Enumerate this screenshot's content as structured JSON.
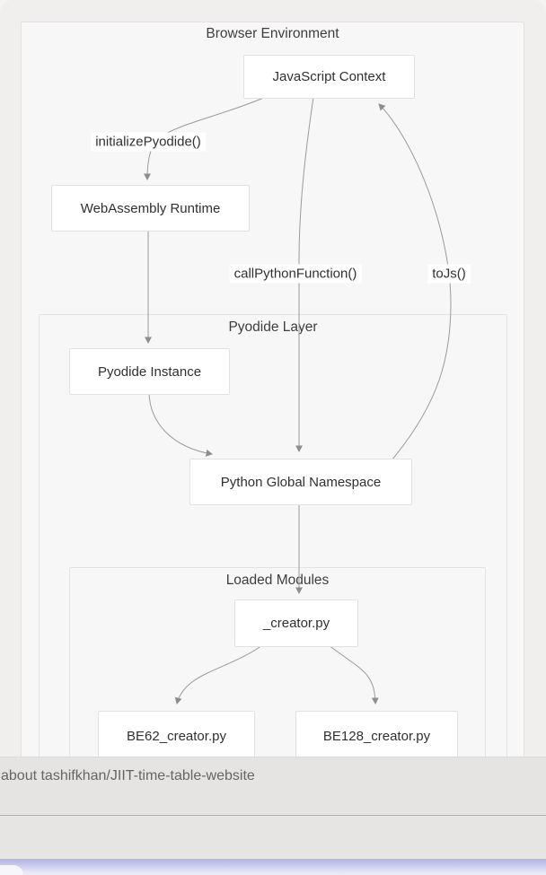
{
  "diagram": {
    "subgraphs": [
      {
        "id": "browser-environment",
        "title": "Browser Environment"
      },
      {
        "id": "pyodide-layer",
        "title": "Pyodide Layer"
      },
      {
        "id": "loaded-modules",
        "title": "Loaded Modules"
      }
    ],
    "nodes": [
      {
        "id": "js-context",
        "label": "JavaScript Context"
      },
      {
        "id": "wasm-runtime",
        "label": "WebAssembly Runtime"
      },
      {
        "id": "pyodide-instance",
        "label": "Pyodide Instance"
      },
      {
        "id": "python-global-namespace",
        "label": "Python Global Namespace"
      },
      {
        "id": "creator-py",
        "label": "_creator.py"
      },
      {
        "id": "be62-creator",
        "label": "BE62_creator.py"
      },
      {
        "id": "be128-creator",
        "label": "BE128_creator.py"
      }
    ],
    "edge_labels": [
      {
        "id": "initialize-pyodide",
        "label": "initializePyodide()"
      },
      {
        "id": "call-python-function",
        "label": "callPythonFunction()"
      },
      {
        "id": "to-js",
        "label": "toJs()"
      }
    ],
    "edges": [
      {
        "from": "JavaScript Context",
        "to": "WebAssembly Runtime",
        "label": "initializePyodide()"
      },
      {
        "from": "JavaScript Context",
        "to": "Python Global Namespace",
        "label": "callPythonFunction()"
      },
      {
        "from": "Python Global Namespace",
        "to": "JavaScript Context",
        "label": "toJs()"
      },
      {
        "from": "WebAssembly Runtime",
        "to": "Pyodide Instance",
        "label": ""
      },
      {
        "from": "Pyodide Instance",
        "to": "Python Global Namespace",
        "label": ""
      },
      {
        "from": "Python Global Namespace",
        "to": "_creator.py",
        "label": ""
      },
      {
        "from": "_creator.py",
        "to": "BE62_creator.py",
        "label": ""
      },
      {
        "from": "_creator.py",
        "to": "BE128_creator.py",
        "label": ""
      }
    ]
  },
  "ask_bar": {
    "text": "about tashifkhan/JIIT-time-table-website"
  },
  "colors": {
    "page_bg": "#f0efee",
    "canvas_bg": "#f7f7f8",
    "node_bg": "#ffffff",
    "node_border": "#e2e2e4",
    "edge_line": "#9a9a9a",
    "edge_arrowhead": "#8e8e8e",
    "scrim_bg": "#e5e4e3",
    "divider": "#acacac",
    "focus_glow": "#b2b5e5",
    "text_dark": "#303030",
    "text_muted": "#666565"
  }
}
